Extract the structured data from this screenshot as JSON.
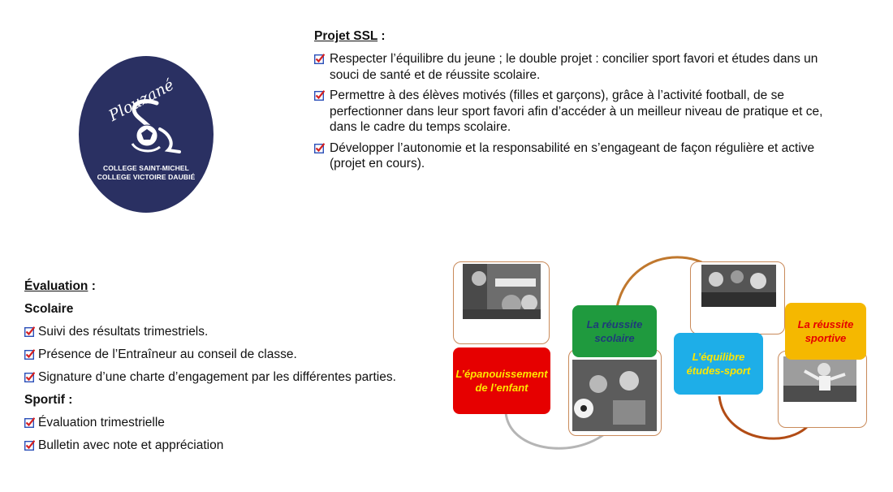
{
  "logo": {
    "brand_text": "Plouzané",
    "letters": "SSL",
    "line1": "COLLEGE SAINT-MICHEL",
    "line2": "COLLEGE VICTOIRE DAUBIÉ",
    "bg_color": "#2a3062"
  },
  "projet": {
    "title": "Projet SSL",
    "title_suffix": " :",
    "bullets": [
      "Respecter l’équilibre du jeune ; le double projet : concilier sport favori et études dans un souci de santé et de réussite scolaire.",
      "Permettre à des élèves motivés (filles et garçons), grâce à l’activité football, de se perfectionner dans leur sport favori afin d’accéder à un meilleur niveau de pratique et ce, dans le cadre du temps scolaire.",
      "Développer l’autonomie et la responsabilité en s’engageant de façon régulière et active (projet en cours)."
    ]
  },
  "evaluation": {
    "title": "Évaluation",
    "title_suffix": " :",
    "scolaire_label": "Scolaire",
    "scolaire_items": [
      "Suivi des résultats trimestriels.",
      "Présence de l’Entraîneur au conseil de classe.",
      "Signature d’une charte d’engagement par les différentes parties."
    ],
    "sportif_label": "Sportif :",
    "sportif_items": [
      "Évaluation trimestrielle",
      "Bulletin avec note et appréciation"
    ]
  },
  "diagram": {
    "boxes": {
      "epanouissement": "L’épanouissement de l’enfant",
      "reussite_scolaire": "La réussite scolaire",
      "equilibre": "L’équilibre études-sport",
      "reussite_sportive": "La réussite sportive"
    },
    "colors": {
      "red": "#e60000",
      "green": "#1f9a3e",
      "blue": "#1eaee8",
      "orange": "#f5b800",
      "yellow_text": "#ffe600",
      "navy_text": "#1f3a7a",
      "red_text": "#e60000"
    }
  },
  "icons": {
    "checkbox": "checked-box-icon"
  }
}
